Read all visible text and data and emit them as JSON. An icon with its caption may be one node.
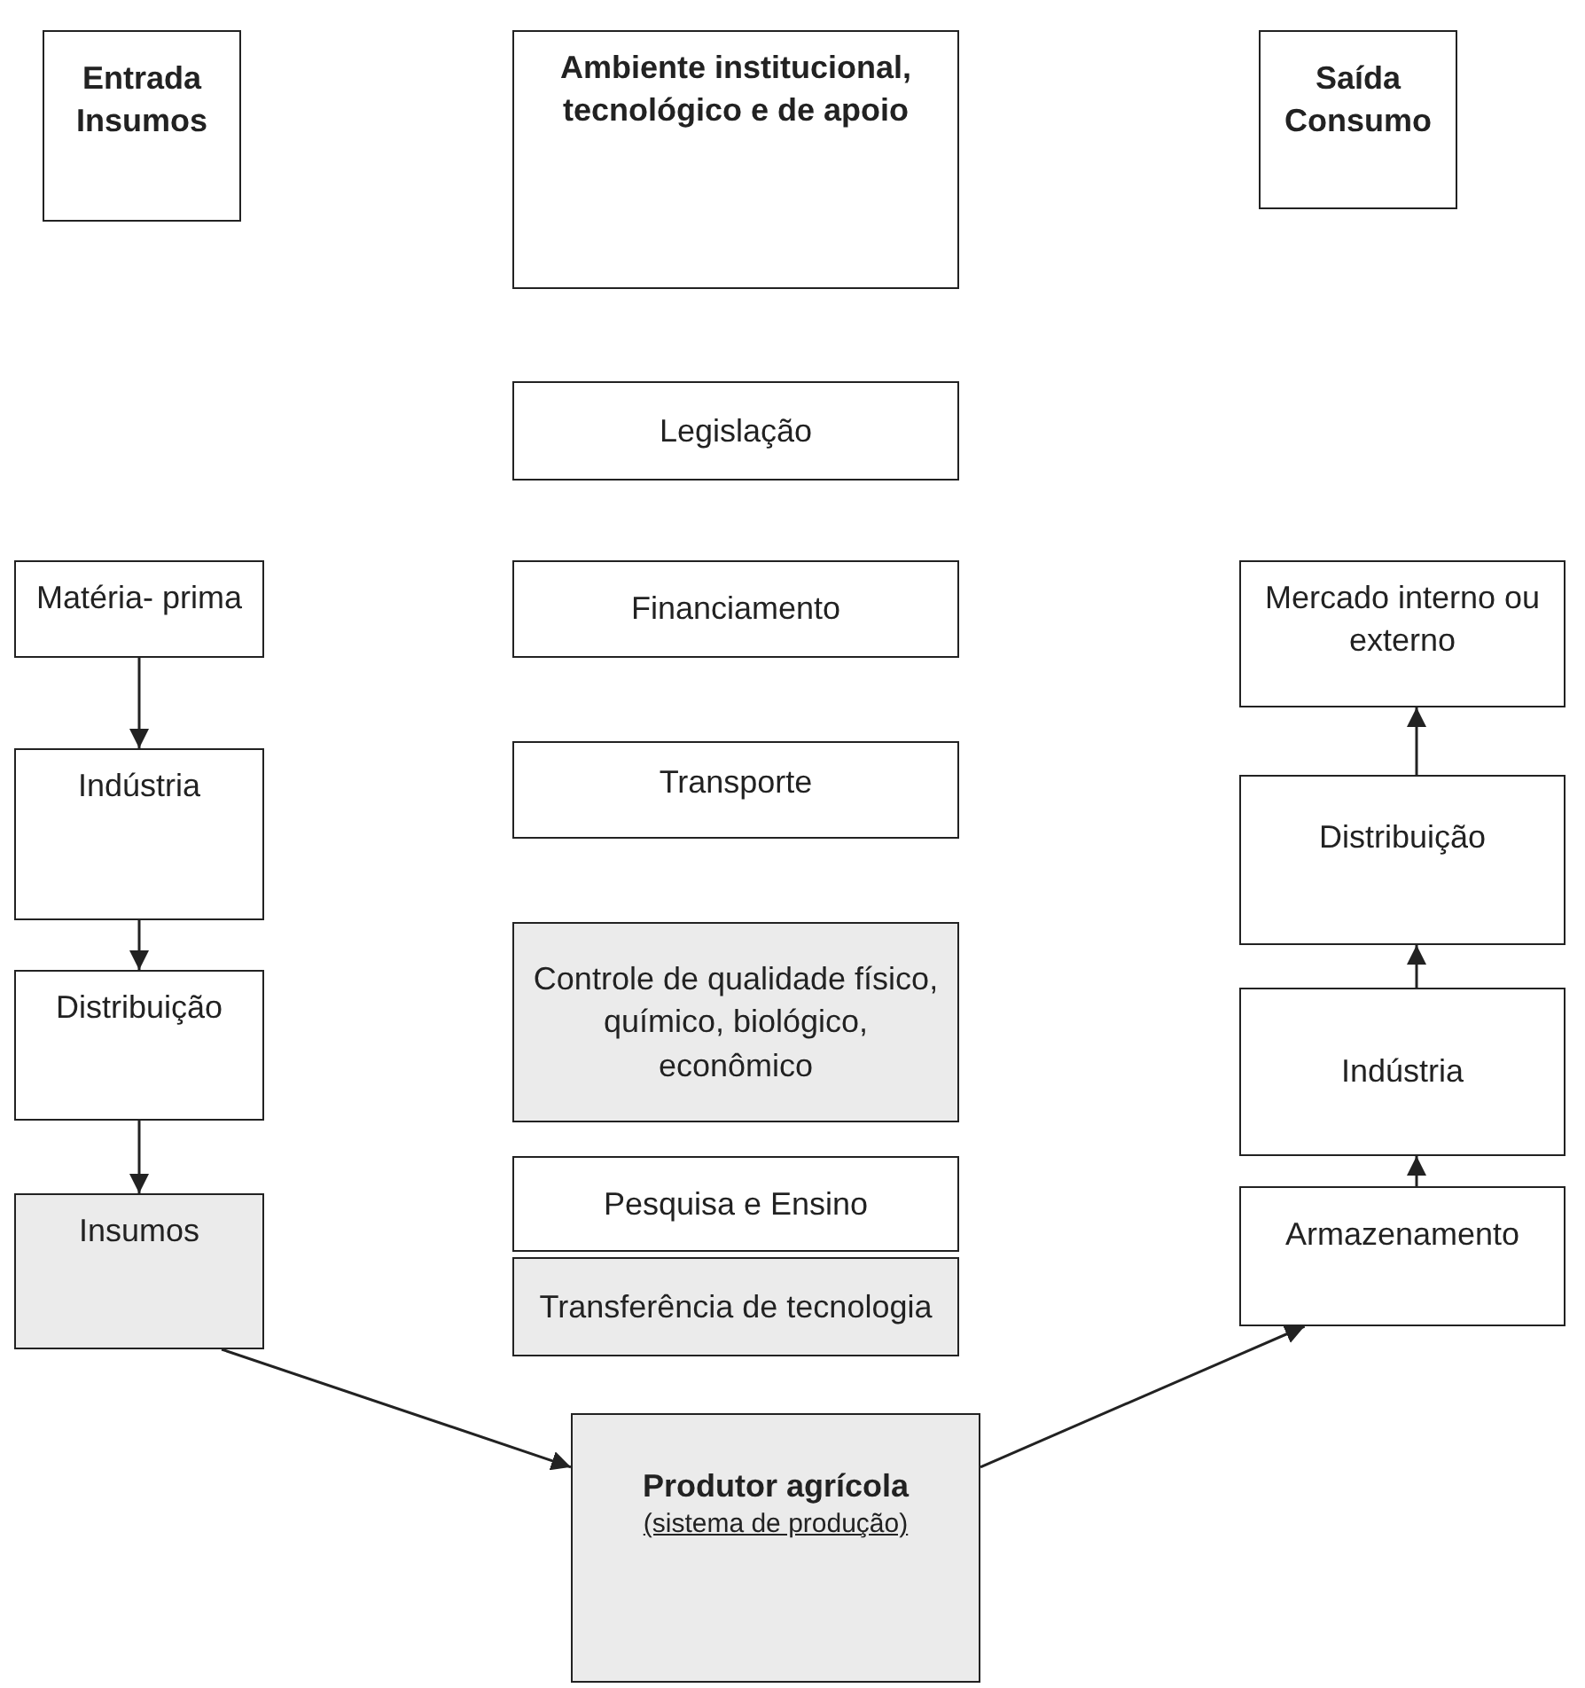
{
  "diagram": {
    "nodes": [
      {
        "text": [
          "Entrada Insumos"
        ]
      },
      {
        "text": [
          "Matéria- prima"
        ]
      },
      {
        "text": [
          "Indústria"
        ]
      },
      {
        "text": [
          "Distribuição"
        ]
      },
      {
        "text": [
          "Insumos"
        ]
      },
      {
        "text": [
          "Ambiente institucional, tecnológico e de apoio"
        ]
      },
      {
        "text": [
          "Legislação"
        ]
      },
      {
        "text": [
          "Financiamento"
        ]
      },
      {
        "text": [
          "Transporte"
        ]
      },
      {
        "text": [
          "Controle de qualidade físico, químico, biológico, econômico"
        ]
      },
      {
        "text": [
          "Pesquisa e Ensino"
        ]
      },
      {
        "text": [
          "Transferência de tecnologia"
        ]
      },
      {
        "text": [
          "Saída Consumo"
        ]
      },
      {
        "text": [
          "Mercado interno ou externo"
        ]
      },
      {
        "text": [
          "Distribuição"
        ]
      },
      {
        "text": [
          "Indústria"
        ]
      },
      {
        "text": [
          "Armazenamento"
        ]
      },
      {
        "text": [
          "Produtor agrícola",
          "(sistema de produção)"
        ]
      }
    ],
    "edges": [
      {
        "from": 1,
        "to": 2,
        "arrow": "to"
      },
      {
        "from": 2,
        "to": 3,
        "arrow": "to"
      },
      {
        "from": 3,
        "to": 4,
        "arrow": "to"
      },
      {
        "from": 4,
        "to": 17,
        "arrow": "to"
      },
      {
        "from": 17,
        "to": 16,
        "arrow": "to"
      },
      {
        "from": 16,
        "to": 15,
        "arrow": "to"
      },
      {
        "from": 15,
        "to": 14,
        "arrow": "to"
      },
      {
        "from": 14,
        "to": 13,
        "arrow": "to"
      }
    ]
  }
}
